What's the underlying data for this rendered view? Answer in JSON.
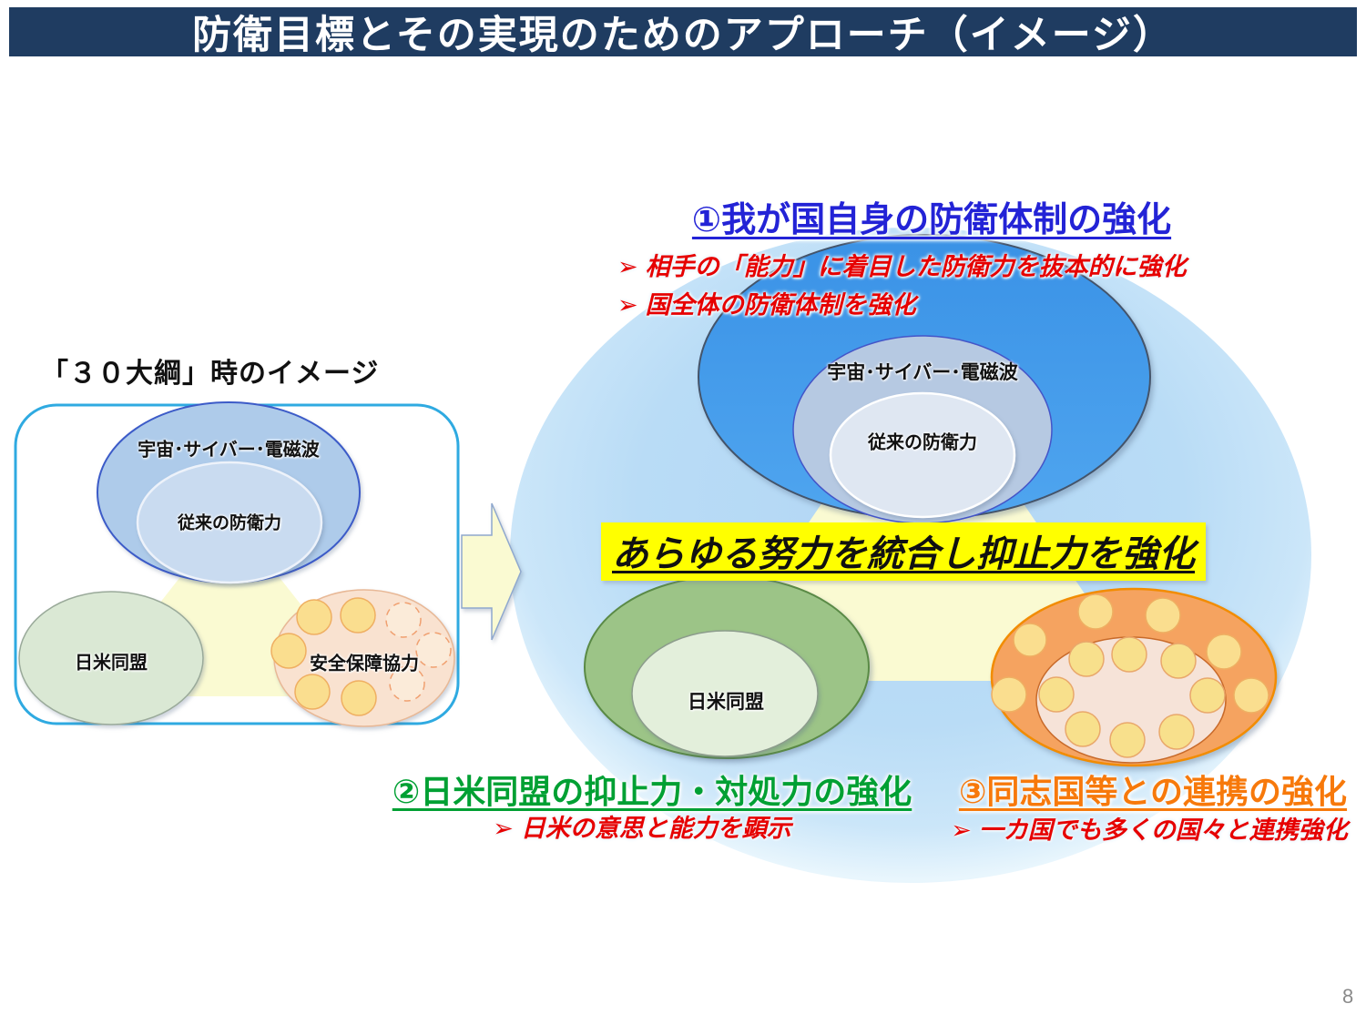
{
  "header": {
    "title": "防衛目標とその実現のためのアプローチ（イメージ）"
  },
  "marks": {
    "bullet": "➢"
  },
  "legacy_box": {
    "caption": "「３０大綱」時のイメージ",
    "space_cyber_label": "宇宙･サイバー･電磁波",
    "conventional_label": "従来の防衛力",
    "alliance_label": "日米同盟",
    "security_coop_label": "安全保障協力"
  },
  "approach": {
    "goal1": {
      "heading": "①我が国自身の防衛体制の強化",
      "bullets": [
        "相手の「能力」に着目した防衛力を抜本的に強化",
        "国全体の防衛体制を強化"
      ]
    },
    "center_banner": "あらゆる努力を統合し抑止力を強化",
    "space_cyber_label": "宇宙･サイバー･電磁波",
    "conventional_label": "従来の防衛力",
    "alliance_label": "日米同盟",
    "goal2": {
      "heading": "②日米同盟の抑止力・対処力の強化",
      "bullet": "日米の意思と能力を顕示"
    },
    "goal3": {
      "heading": "③同志国等との連携の強化",
      "bullet": "一カ国でも多くの国々と連携強化"
    }
  },
  "footer": {
    "page_number": "8"
  },
  "colors": {
    "header_bg": "#1F3C61",
    "goal1_blue": "#2323D6",
    "goal2_green": "#00A033",
    "goal3_orange": "#F7790B",
    "bullet_red": "#E60000",
    "highlight_yellow": "#FFFF00",
    "big_circle_blue": "#B6D9F5",
    "triangle_yellow": "#FAFAD2"
  }
}
